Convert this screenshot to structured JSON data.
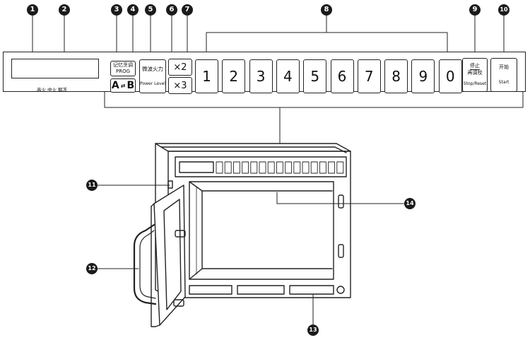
{
  "callouts": [
    "1",
    "2",
    "3",
    "4",
    "5",
    "6",
    "7",
    "8",
    "9",
    "10",
    "11",
    "12",
    "13",
    "14"
  ],
  "panel": {
    "display_caption": "高火 中火 解冻",
    "prog_key": {
      "line1": "记忆烹调",
      "line2": "PROG"
    },
    "ab_key": {
      "a": "A",
      "b": "B"
    },
    "power_key": {
      "line1": "微波火力",
      "line2": "Power Level"
    },
    "x2_key": "×2",
    "x3_key": "×3",
    "digits": [
      "1",
      "2",
      "3",
      "4",
      "5",
      "6",
      "7",
      "8",
      "9",
      "0"
    ],
    "stop_key": {
      "line1": "停止",
      "line2": "再调校",
      "line3": "Stop/Reset"
    },
    "start_key": {
      "line1": "开始",
      "line2": "Start"
    }
  }
}
